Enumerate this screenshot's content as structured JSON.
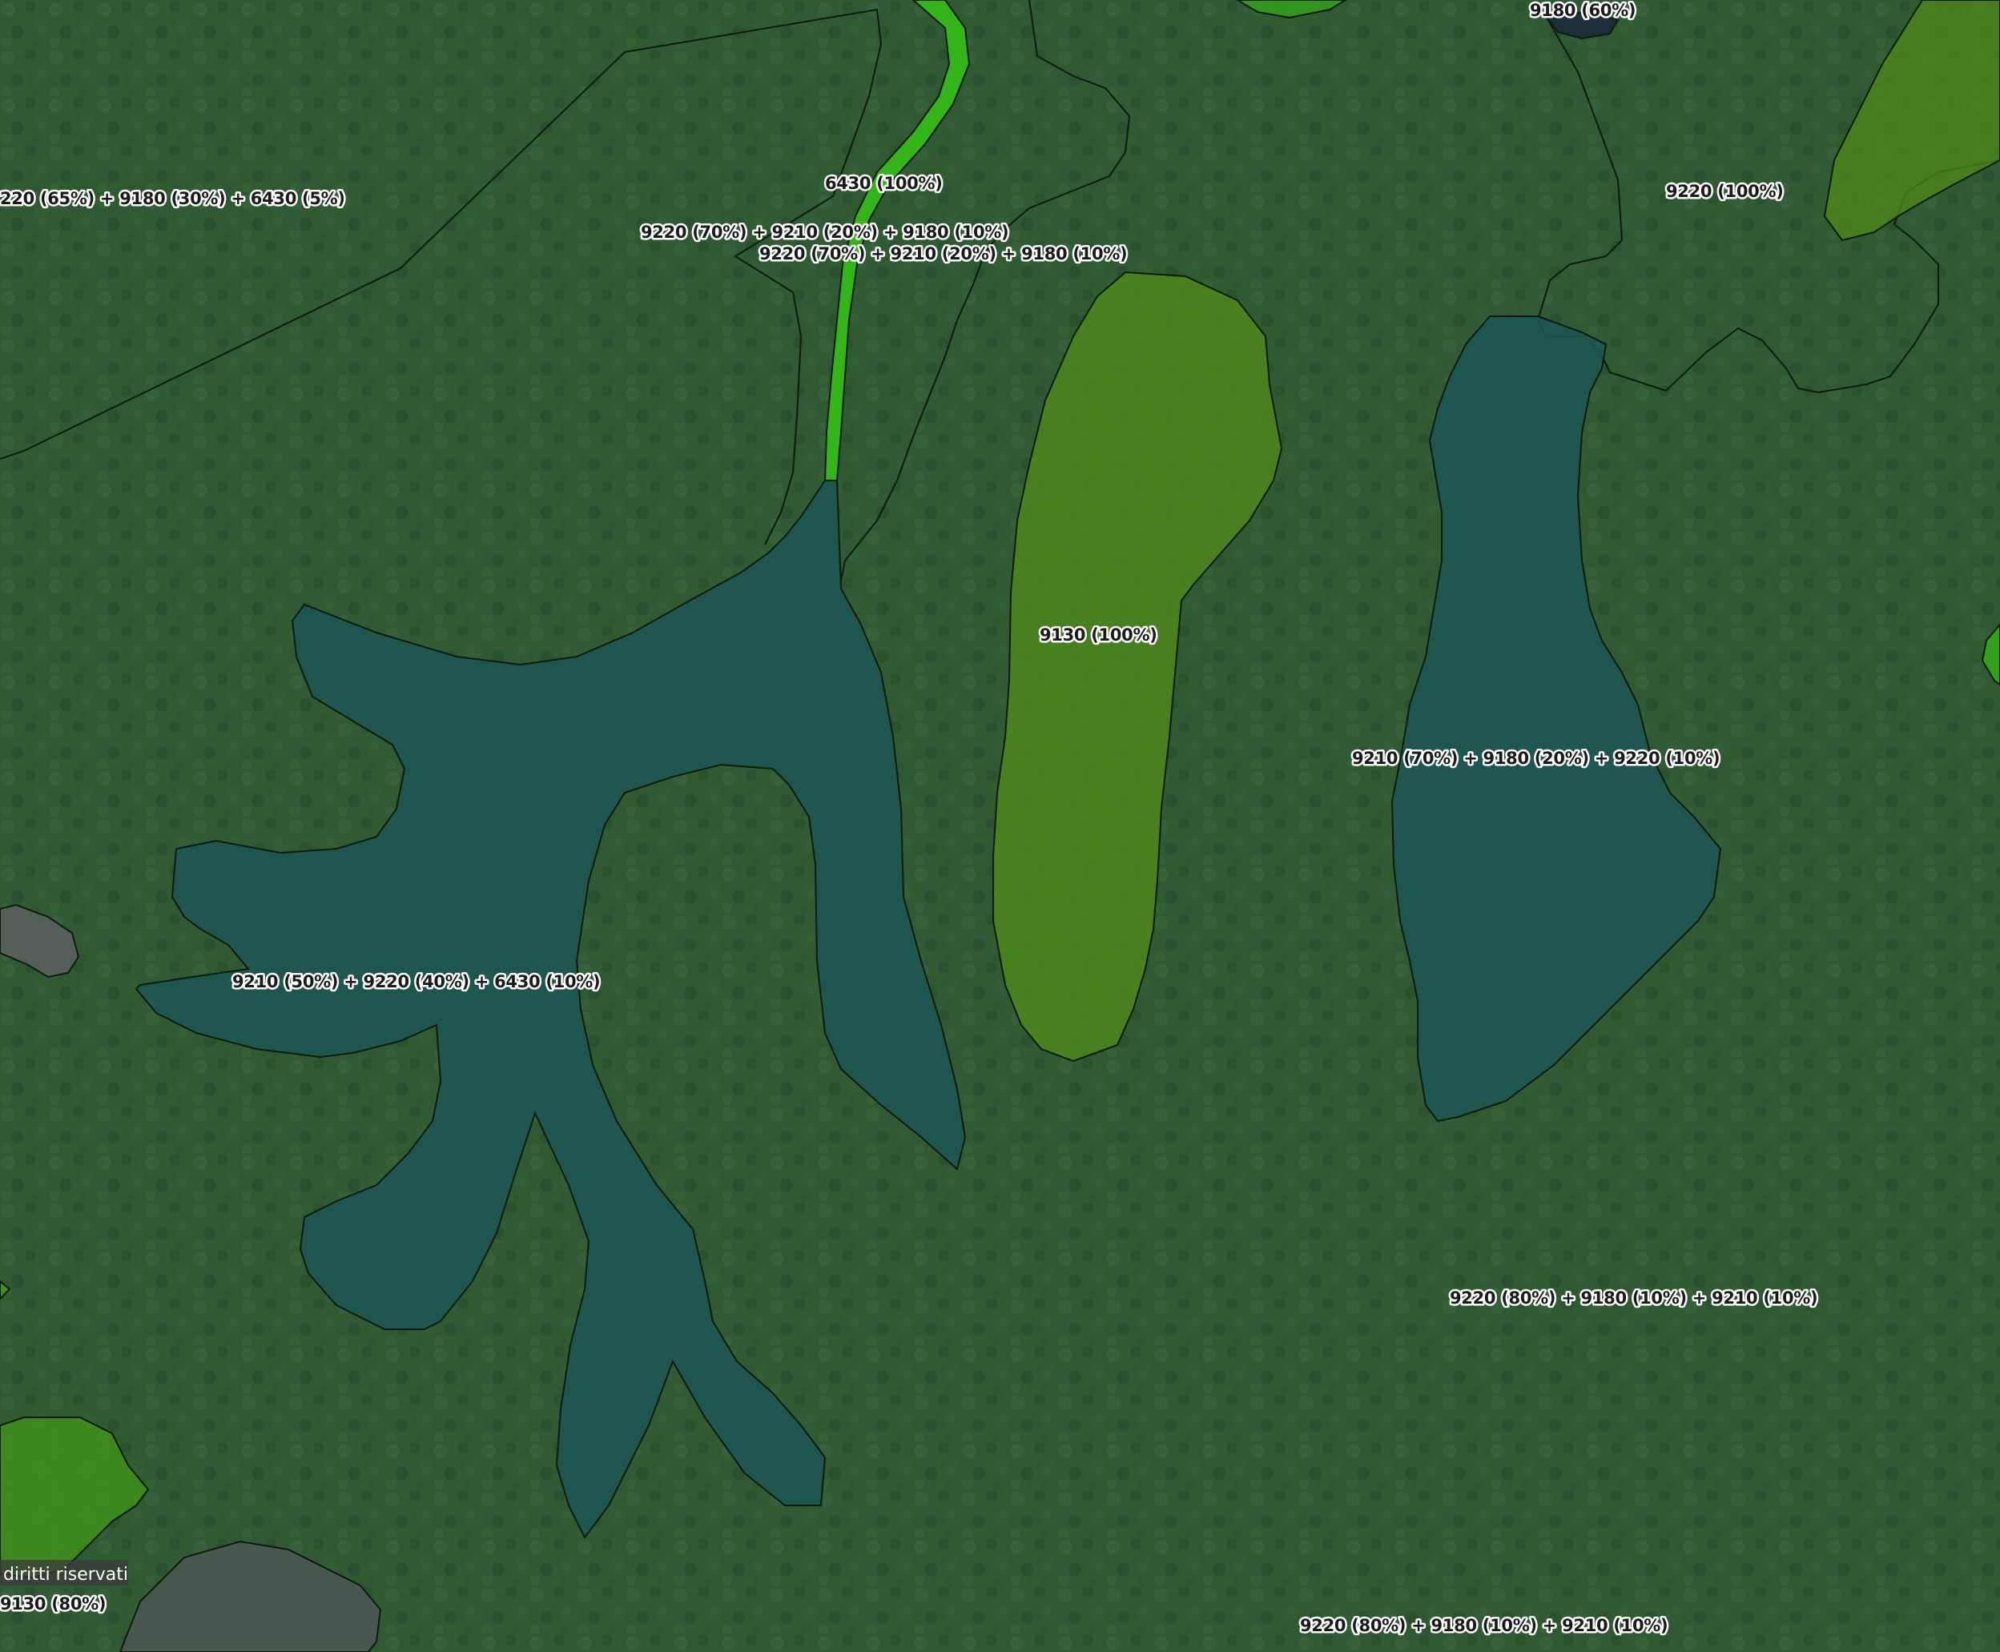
{
  "map": {
    "labels": {
      "l1": "220 (65%) + 9180 (30%) + 6430 (5%)",
      "l2": "6430 (100%)",
      "l3": "9220 (70%) + 9210 (20%) + 9180 (10%)",
      "l4": "9220 (70%) + 9210 (20%) + 9180 (10%)",
      "l5": "9180 (60%)",
      "l6": "9220 (100%)",
      "l7": "9130 (100%)",
      "l8": "9210 (70%) + 9180 (20%) + 9220 (10%)",
      "l9": "9210 (50%) + 9220 (40%) + 6430 (10%)",
      "l10": "9220 (80%) + 9180 (10%) + 9210 (10%)",
      "l11": "9220 (80%) + 9180 (10%) + 9210 (10%)",
      "l12": "9130 (80%)"
    },
    "attribution": "diritti riservati",
    "colors": {
      "forest_base": "#2f5a32",
      "habitat_9210_fill": "#1d5552",
      "habitat_9130_fill": "#4f8a1a",
      "habitat_6430_fill": "#33b51a",
      "bright_green_patch": "#3f8f1c",
      "boundary_line": "#0d1a0d"
    }
  }
}
